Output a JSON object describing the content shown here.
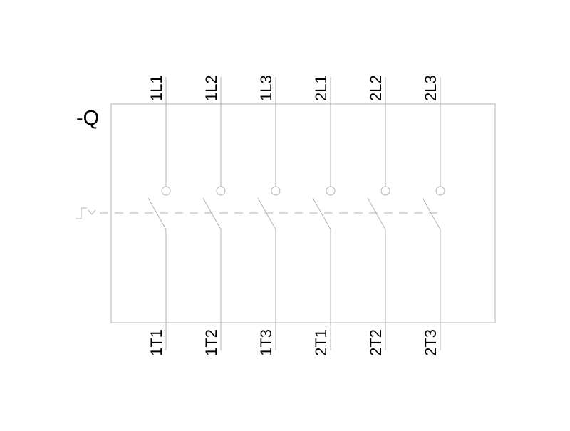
{
  "device": {
    "designation": "-Q"
  },
  "poles": [
    {
      "top_terminal": "1L1",
      "bottom_terminal": "1T1"
    },
    {
      "top_terminal": "1L2",
      "bottom_terminal": "1T2"
    },
    {
      "top_terminal": "1L3",
      "bottom_terminal": "1T3"
    },
    {
      "top_terminal": "2L1",
      "bottom_terminal": "2T1"
    },
    {
      "top_terminal": "2L2",
      "bottom_terminal": "2T2"
    },
    {
      "top_terminal": "2L3",
      "bottom_terminal": "2T3"
    }
  ],
  "colors": {
    "wire": "#b3b3b3",
    "text": "#000000",
    "background": "#ffffff"
  }
}
